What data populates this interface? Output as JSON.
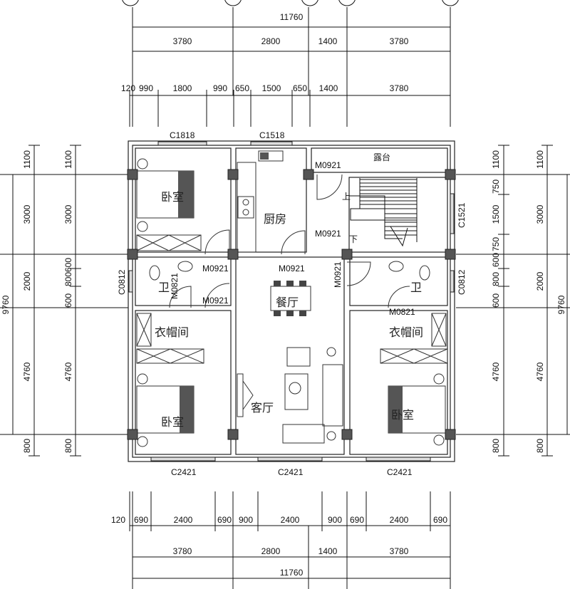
{
  "dimensions": {
    "top_total": "11760",
    "top_axis": [
      "3780",
      "2800",
      "1400",
      "3780"
    ],
    "top_detail": [
      "120",
      "990",
      "1800",
      "990",
      "650",
      "1500",
      "650",
      "1400",
      "3780"
    ],
    "bottom_detail": [
      "120",
      "690",
      "2400",
      "690",
      "900",
      "2400",
      "900",
      "690",
      "2400",
      "690"
    ],
    "bottom_axis": [
      "3780",
      "2800",
      "1400",
      "3780"
    ],
    "bottom_total": "11760",
    "left_outer": [
      "1100",
      "3000",
      "2000",
      "4760",
      "800"
    ],
    "left_total": "9760",
    "left_inner": [
      "1100",
      "3000",
      "600",
      "800",
      "600",
      "4760",
      "800"
    ],
    "right_inner": [
      "1100",
      "750",
      "1500",
      "750",
      "600",
      "800",
      "600",
      "4760",
      "800"
    ],
    "right_outer": [
      "1100",
      "3000",
      "2000",
      "4760",
      "800"
    ],
    "right_total": "9760"
  },
  "windows": [
    "C1818",
    "C1518",
    "C0812",
    "C0812",
    "C1521",
    "C2421",
    "C2421",
    "C2421"
  ],
  "doors": [
    "M0921",
    "M0921",
    "M0921",
    "M0921",
    "M0921",
    "M0921",
    "M0821",
    "M0821"
  ],
  "rooms": {
    "bedroom_top_left": "卧室",
    "kitchen": "厨房",
    "terrace": "露台",
    "bath_left": "卫",
    "bath_right": "卫",
    "closet_left": "衣帽间",
    "closet_right": "衣帽间",
    "dining": "餐厅",
    "living": "客厅",
    "bedroom_bottom_left": "卧室",
    "bedroom_bottom_right": "卧室"
  },
  "stairs": {
    "up": "上",
    "down": "下"
  },
  "colors": {
    "lines": "#111111",
    "columns": "#555555"
  }
}
